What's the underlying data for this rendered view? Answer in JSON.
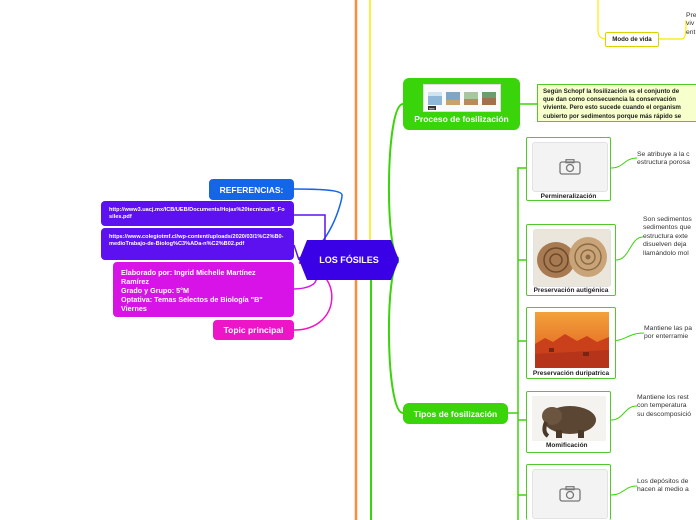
{
  "central": {
    "title": "LOS FÓSILES"
  },
  "left": {
    "references_title": "REFERENCIAS:",
    "links": [
      "http://www3.uacj.mx/ICB/UEB/Documents/Hojas%20tecnicas/5_Fosiles.pdf",
      "https://www.colegiotmf.cl/wp-content/uploads/2020/03/1%C2%B0-medioTrabajo-de-Biolog%C3%ADa-n%C2%B02.pdf"
    ],
    "author_lines": [
      "Elaborado por: Ingrid Michelle Martínez",
      "Ramírez",
      "Grado y Grupo: 5°M",
      "Optativa: Temas Selectos de Biología \"B\"",
      "Viernes"
    ],
    "topic": "Topic principal"
  },
  "right": {
    "modo_vida": "Modo de vida",
    "top_partial_text": [
      "Pre",
      "viv",
      "ent"
    ],
    "proceso": {
      "label": "Proceso de fosilización",
      "image_label": "tms"
    },
    "definition_lines": [
      "Según Schopf  la fosilización es el conjunto de",
      "que dan como consecuencia  la conservación",
      "viviente. Pero esto sucede cuando el organism",
      "cubierto por sedimentos porque más rápido se"
    ],
    "tipos": {
      "label": "Tipos de fosilización"
    },
    "types": [
      {
        "caption": "Permineralización",
        "desc": [
          "Se atribuye a la c",
          "estructura porosa"
        ],
        "image": "camera-placeholder"
      },
      {
        "caption": "Preservación autigénica",
        "desc": [
          "Son sedimentos",
          "sedimentos que",
          "estructura exte",
          "disuelven deja",
          "llamándolo mol"
        ],
        "image": "ammonite-fossils"
      },
      {
        "caption": "Preservación duripatrica",
        "desc": [
          "Mantiene las pa",
          "por enterramie"
        ],
        "image": "red-desert-landscape"
      },
      {
        "caption": "Momificación",
        "desc": [
          "Mantiene los rest",
          "con temperatura",
          "su descomposició"
        ],
        "image": "mummified-mammoth"
      },
      {
        "caption": "",
        "desc": [
          "Los depósitos de",
          "hacen al medio a"
        ],
        "image": "camera-placeholder"
      }
    ]
  },
  "colors": {
    "central": "#3a00e6",
    "references": "#1565e8",
    "links": "#5d10f0",
    "author": "#d713e8",
    "topic": "#ee14c8",
    "green": "#3ad40a",
    "orange_line": "#ff8a3d",
    "yellow_line": "#ffe800"
  }
}
